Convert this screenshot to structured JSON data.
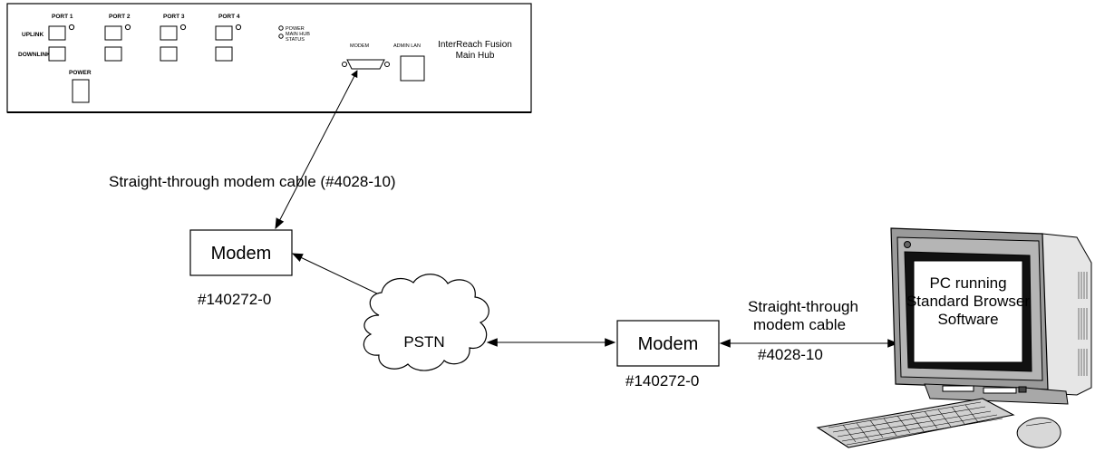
{
  "hub": {
    "ports": [
      {
        "label": "PORT 1"
      },
      {
        "label": "PORT 2"
      },
      {
        "label": "PORT 3"
      },
      {
        "label": "PORT 4"
      }
    ],
    "uplink_label": "UPLINK",
    "downlink_label": "DOWNLINK",
    "power_label": "POWER",
    "led_labels": [
      "POWER",
      "MAIN HUB",
      "STATUS"
    ],
    "modem_port_label": "MODEM",
    "admin_lan_label": "ADMIN LAN",
    "name_line1": "InterReach Fusion",
    "name_line2": "Main Hub"
  },
  "cable_top_label": "Straight-through modem cable (#4028-10)",
  "modem_left": {
    "label": "Modem",
    "part_number": "#140272-0"
  },
  "pstn_label": "PSTN",
  "modem_right": {
    "label": "Modem",
    "part_number": "#140272-0"
  },
  "cable_right": {
    "line1": "Straight-through",
    "line2": "modem cable",
    "part_number": "#4028-10"
  },
  "pc_screen": {
    "line1": "PC running",
    "line2": "Standard Browser",
    "line3": "Software"
  }
}
